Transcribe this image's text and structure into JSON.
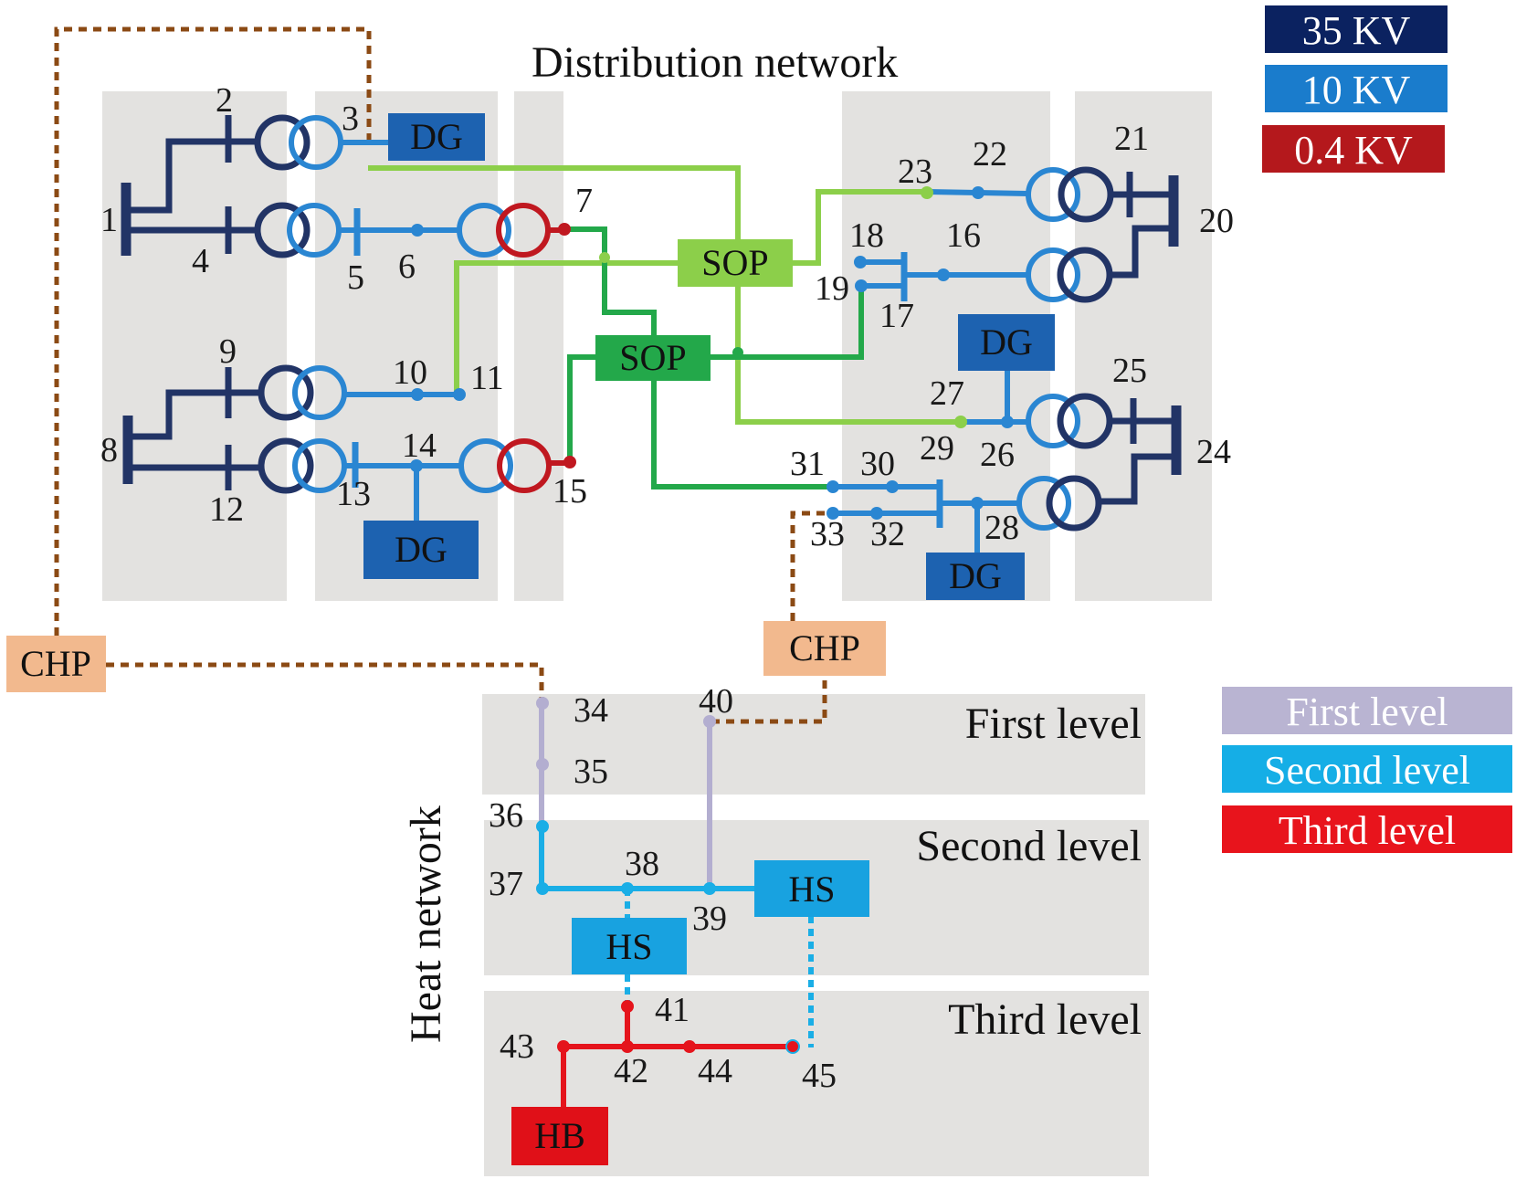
{
  "titles": {
    "distribution": "Distribution network",
    "heat": "Heat network"
  },
  "levels": {
    "first": "First level",
    "second": "Second level",
    "third": "Third level"
  },
  "legend": {
    "voltage": [
      {
        "label": "35 KV",
        "color": "#0b2260"
      },
      {
        "label": "10 KV",
        "color": "#1a7ccc"
      },
      {
        "label": "0.4 KV",
        "color": "#b4181c"
      }
    ],
    "heat_levels": [
      {
        "label": "First level",
        "color": "#b9b4d2"
      },
      {
        "label": "Second level",
        "color": "#15aee6"
      },
      {
        "label": "Third level",
        "color": "#e8141c"
      }
    ]
  },
  "components": {
    "dg": "DG",
    "sop": "SOP",
    "chp": "CHP",
    "hs": "HS",
    "hb": "HB"
  },
  "colors": {
    "kv35": "#223466",
    "kv10": "#2a86d2",
    "kv04": "#c01820",
    "sop_light": "#8ccf4a",
    "sop_dark": "#23a84a",
    "dg_box": "#1d62b0",
    "chp_box": "#f2b98e",
    "chp_link": "#8b4a14",
    "heat1": "#b3aed0",
    "heat2": "#1aaee6",
    "heat3": "#e5141c",
    "hs_box": "#18a2e0",
    "hb_box": "#e01018"
  },
  "nodes": {
    "n1": "1",
    "n2": "2",
    "n3": "3",
    "n4": "4",
    "n5": "5",
    "n6": "6",
    "n7": "7",
    "n8": "8",
    "n9": "9",
    "n10": "10",
    "n11": "11",
    "n12": "12",
    "n13": "13",
    "n14": "14",
    "n15": "15",
    "n16": "16",
    "n17": "17",
    "n18": "18",
    "n19": "19",
    "n20": "20",
    "n21": "21",
    "n22": "22",
    "n23": "23",
    "n24": "24",
    "n25": "25",
    "n26": "26",
    "n27": "27",
    "n28": "28",
    "n29": "29",
    "n30": "30",
    "n31": "31",
    "n32": "32",
    "n33": "33",
    "n34": "34",
    "n35": "35",
    "n36": "36",
    "n37": "37",
    "n38": "38",
    "n39": "39",
    "n40": "40",
    "n41": "41",
    "n42": "42",
    "n43": "43",
    "n44": "44",
    "n45": "45"
  }
}
